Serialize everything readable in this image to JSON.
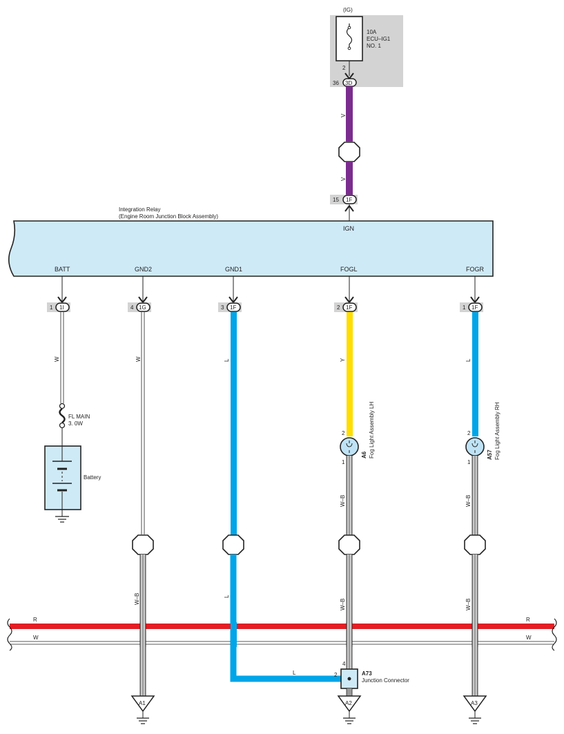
{
  "fuse": {
    "supply": "(IG)",
    "rating": "10A",
    "name": "ECU–IG1",
    "number": "NO. 1",
    "pin": "2"
  },
  "ig_connector": {
    "pin": "36",
    "code": "3D"
  },
  "ign_connector": {
    "pin": "15",
    "code": "1F"
  },
  "relay": {
    "title": "Integration Relay",
    "subtitle": "(Engine Room Junction Block Assembly)",
    "ign_label": "IGN",
    "terminals": [
      "BATT",
      "GND2",
      "GND1",
      "FOGL",
      "FOGR"
    ]
  },
  "relay_connectors": [
    {
      "pin": "1",
      "code": "1I"
    },
    {
      "pin": "4",
      "code": "1G"
    },
    {
      "pin": "3",
      "code": "1F"
    },
    {
      "pin": "2",
      "code": "1F"
    },
    {
      "pin": "1",
      "code": "1F"
    }
  ],
  "wire_colors": {
    "v_top": "V",
    "v_bottom": "V",
    "batt": "W",
    "gnd2": "W",
    "gnd1_top": "L",
    "gnd1_bottom": "L",
    "gnd1_horizontal": "L",
    "fogl_top": "Y",
    "fogr_top": "L",
    "gnd2_bottom": "W–B",
    "fogl_mid": "W–B",
    "fogl_bottom": "W–B",
    "fogr_mid": "W–B",
    "fogr_bottom": "W–B",
    "bus_red": "R",
    "bus_white": "W"
  },
  "fusible_link": {
    "name": "FL MAIN",
    "rating": "3. 0W"
  },
  "battery": {
    "label": "Battery"
  },
  "fog_lh": {
    "code": "A6",
    "name": "Fog Light Assembly LH",
    "pin_in": "2",
    "pin_out": "1"
  },
  "fog_rh": {
    "code": "A57",
    "name": "Fog Light Assembly RH",
    "pin_in": "2",
    "pin_out": "1"
  },
  "junction": {
    "code": "A73",
    "name": "Junction Connector",
    "pin_top": "4",
    "pin_left": "2"
  },
  "grounds": [
    "A1",
    "A2",
    "A3"
  ],
  "colors": {
    "violet": "#7b2d8e",
    "blue": "#00a5e8",
    "yellow": "#ffdd00",
    "red": "#e31e24",
    "relay_fill": "#cfeaf7",
    "shade": "#d3d3d3",
    "lamp_fill": "#bfe3f5"
  }
}
